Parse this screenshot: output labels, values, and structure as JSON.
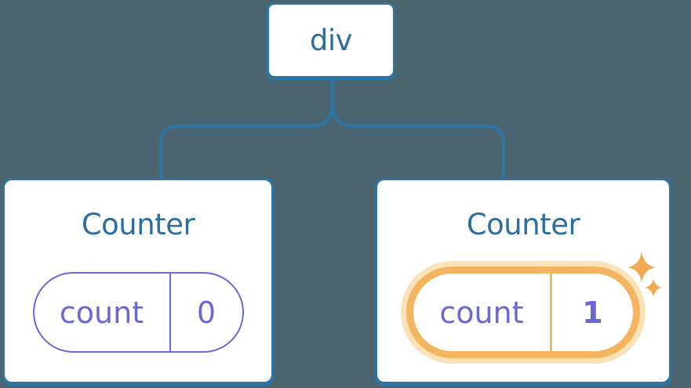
{
  "diagram": {
    "description": "React component tree diagram: a div root with two Counter children, each holding a count state pill; the second Counter's state is highlighted with sparkles",
    "root": {
      "label": "div"
    },
    "children": [
      {
        "title": "Counter",
        "state": {
          "key": "count",
          "value": "0"
        },
        "highlighted": false
      },
      {
        "title": "Counter",
        "state": {
          "key": "count",
          "value": "1"
        },
        "highlighted": true
      }
    ]
  },
  "colors": {
    "background": "#4a656f",
    "node_border_blue": "#2e75a4",
    "node_text_blue": "#2d6e9e",
    "state_purple": "#6a68d8",
    "highlight_orange": "#f5b45f",
    "highlight_glow": "#fbe2b8",
    "sparkle_orange": "#f0aa54",
    "card_background": "#ffffff"
  }
}
